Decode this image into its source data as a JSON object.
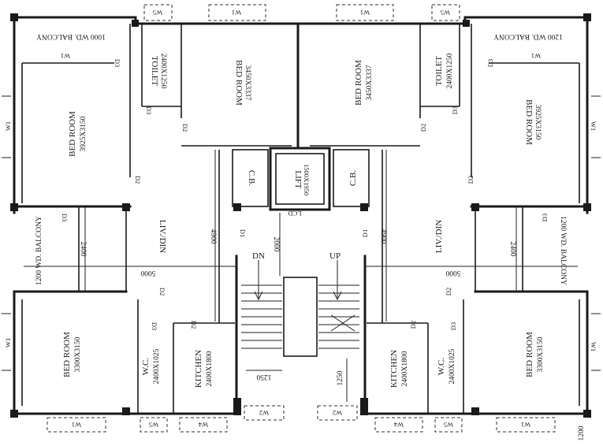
{
  "rooms": {
    "bed_top_left": {
      "name": "BED ROOM",
      "size": "3925X3150"
    },
    "bed_top_mid_left": {
      "name": "BED ROOM",
      "size": "3450X3337"
    },
    "bed_top_mid_right": {
      "name": "BED ROOM",
      "size": "3450X3337"
    },
    "bed_top_right": {
      "name": "BED ROOM",
      "size": "3925X3150"
    },
    "bed_bottom_left": {
      "name": "BED ROOM",
      "size": "3300X3150"
    },
    "bed_bottom_right": {
      "name": "BED ROOM",
      "size": "3300X3150"
    },
    "toilet_left": {
      "name": "TOILET",
      "size": "2400X1250"
    },
    "toilet_right": {
      "name": "TOILET",
      "size": "2400X1250"
    },
    "wc_left": {
      "name": "W.C.",
      "size": "2400X1025"
    },
    "wc_right": {
      "name": "W.C.",
      "size": "2400X1025"
    },
    "kitchen_left": {
      "name": "KITCHEN",
      "size": "2400X1800"
    },
    "kitchen_right": {
      "name": "KITCHEN",
      "size": "2400X1800"
    },
    "liv_left": {
      "name": "LIV./DIN"
    },
    "liv_right": {
      "name": "LIV./DIN"
    },
    "lift": {
      "name": "LIFT",
      "size": "1500X1950"
    },
    "cb_left": {
      "name": "C.B."
    },
    "cb_right": {
      "name": "C.B."
    },
    "balcony_top_left": {
      "name": "1000 WD. BALCONY"
    },
    "balcony_top_right": {
      "name": "1200 WD. BALCONY"
    },
    "balcony_mid_left": {
      "name": "1200 WD. BALCONY"
    },
    "balcony_mid_right": {
      "name": "1200 WD. BALCONY"
    }
  },
  "stair": {
    "dn": "DN",
    "up": "UP",
    "lcd": "LCD"
  },
  "dims": {
    "d4900": "4900",
    "d2000": "2000",
    "d2400": "2400",
    "d5000": "5000",
    "d1250": "1250",
    "d1200": "1200"
  },
  "tags": {
    "w1": "W1",
    "w2": "W2",
    "w4": "W4",
    "w5": "W5",
    "d1": "D1",
    "d2": "D2",
    "d3": "D3"
  }
}
